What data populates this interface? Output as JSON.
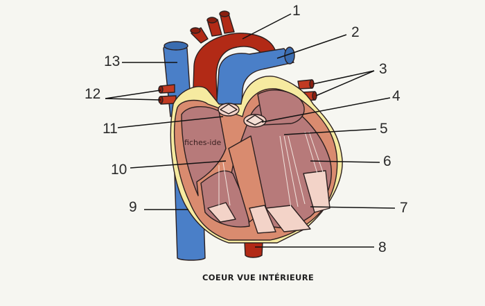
{
  "caption": "COEUR VUE INTÉRIEURE",
  "watermark": "fiches-ide",
  "labels": {
    "l1": "1",
    "l2": "2",
    "l3": "3",
    "l4": "4",
    "l5": "5",
    "l6": "6",
    "l7": "7",
    "l8": "8",
    "l9": "9",
    "l10": "10",
    "l11": "11",
    "l12": "12",
    "l13": "13"
  },
  "colors": {
    "background": "#f6f6f1",
    "artery_red": "#b22a16",
    "vein_blue": "#4a7fc8",
    "fat_yellow": "#f6eaa0",
    "chamber_mauve": "#b77a7a",
    "wall_salmon": "#d98b6f",
    "valve_pink": "#f3d3c8"
  }
}
